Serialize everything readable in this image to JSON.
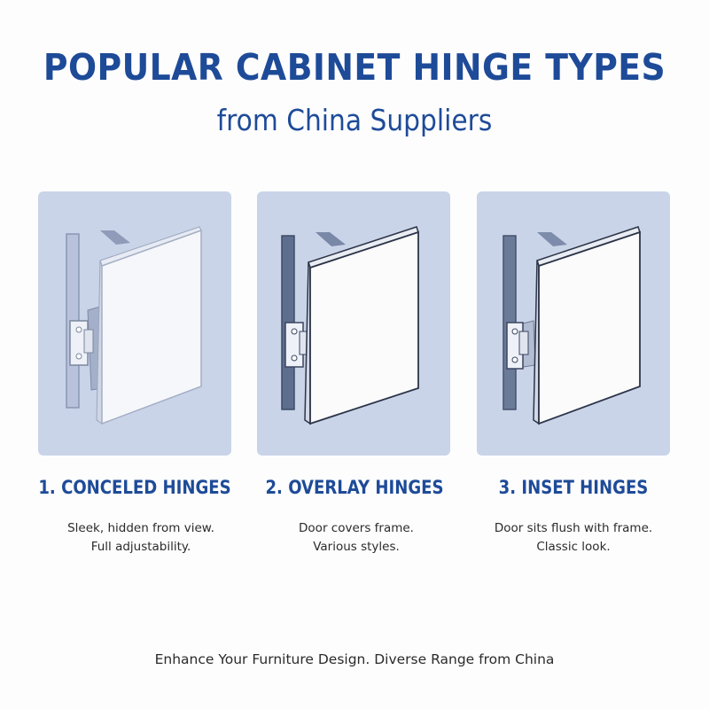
{
  "title": "POPULAR CABINET HINGE TYPES",
  "subtitle": "from China Suppliers",
  "hinges": [
    {
      "heading": "1. CONCELED HINGES",
      "lines": [
        "Sleek, hidden from view.",
        "Full adjustability."
      ]
    },
    {
      "heading": "2. OVERLAY HINGES",
      "lines": [
        "Door covers frame.",
        "Various styles."
      ]
    },
    {
      "heading": "3. INSET HINGES",
      "lines": [
        "Door sits flush with frame.",
        "Classic look."
      ]
    }
  ],
  "footer": "Enhance Your Furniture Design. Diverse Range from China",
  "colors": {
    "title": "#1e4b98",
    "panel": "#c9d4e8",
    "frame": "#5d6e8f",
    "door_edge": "#2c3448"
  },
  "icons": [
    "cabinet-door-illustration",
    "hinge-plate-icon"
  ]
}
